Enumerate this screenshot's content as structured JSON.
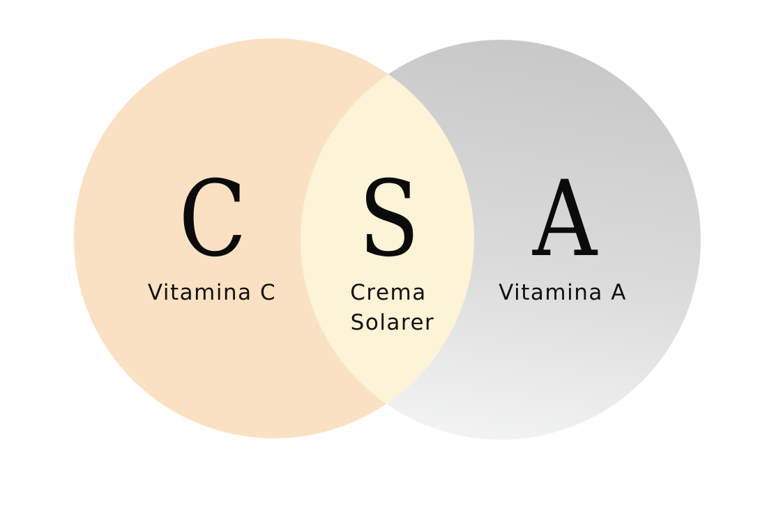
{
  "diagram": {
    "type": "venn",
    "sets": [
      {
        "letter": "C",
        "label": "Vitamina C",
        "color": "#fbe1c3"
      },
      {
        "letter": "A",
        "label": "Vitamina A",
        "color": "#d6d6d6"
      }
    ],
    "intersection": {
      "letter": "S",
      "label_line1": "Crema",
      "label_line2": "Solarer",
      "color": "#fdf3d7"
    }
  }
}
